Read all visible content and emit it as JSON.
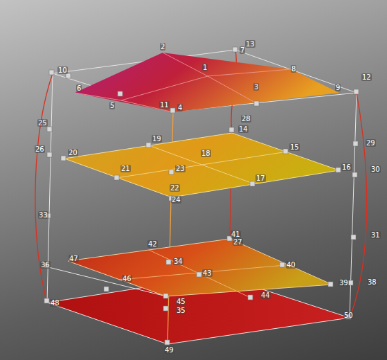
{
  "diagram": {
    "labels": [
      "2",
      "7",
      "13",
      "1",
      "8",
      "10",
      "6",
      "3",
      "9",
      "12",
      "5",
      "11",
      "4",
      "28",
      "14",
      "25",
      "29",
      "26",
      "20",
      "19",
      "18",
      "15",
      "16",
      "21",
      "23",
      "17",
      "30",
      "22",
      "24",
      "33",
      "41",
      "27",
      "31",
      "42",
      "47",
      "34",
      "40",
      "36",
      "43",
      "46",
      "39",
      "38",
      "44",
      "48",
      "45",
      "35",
      "50",
      "49"
    ]
  }
}
